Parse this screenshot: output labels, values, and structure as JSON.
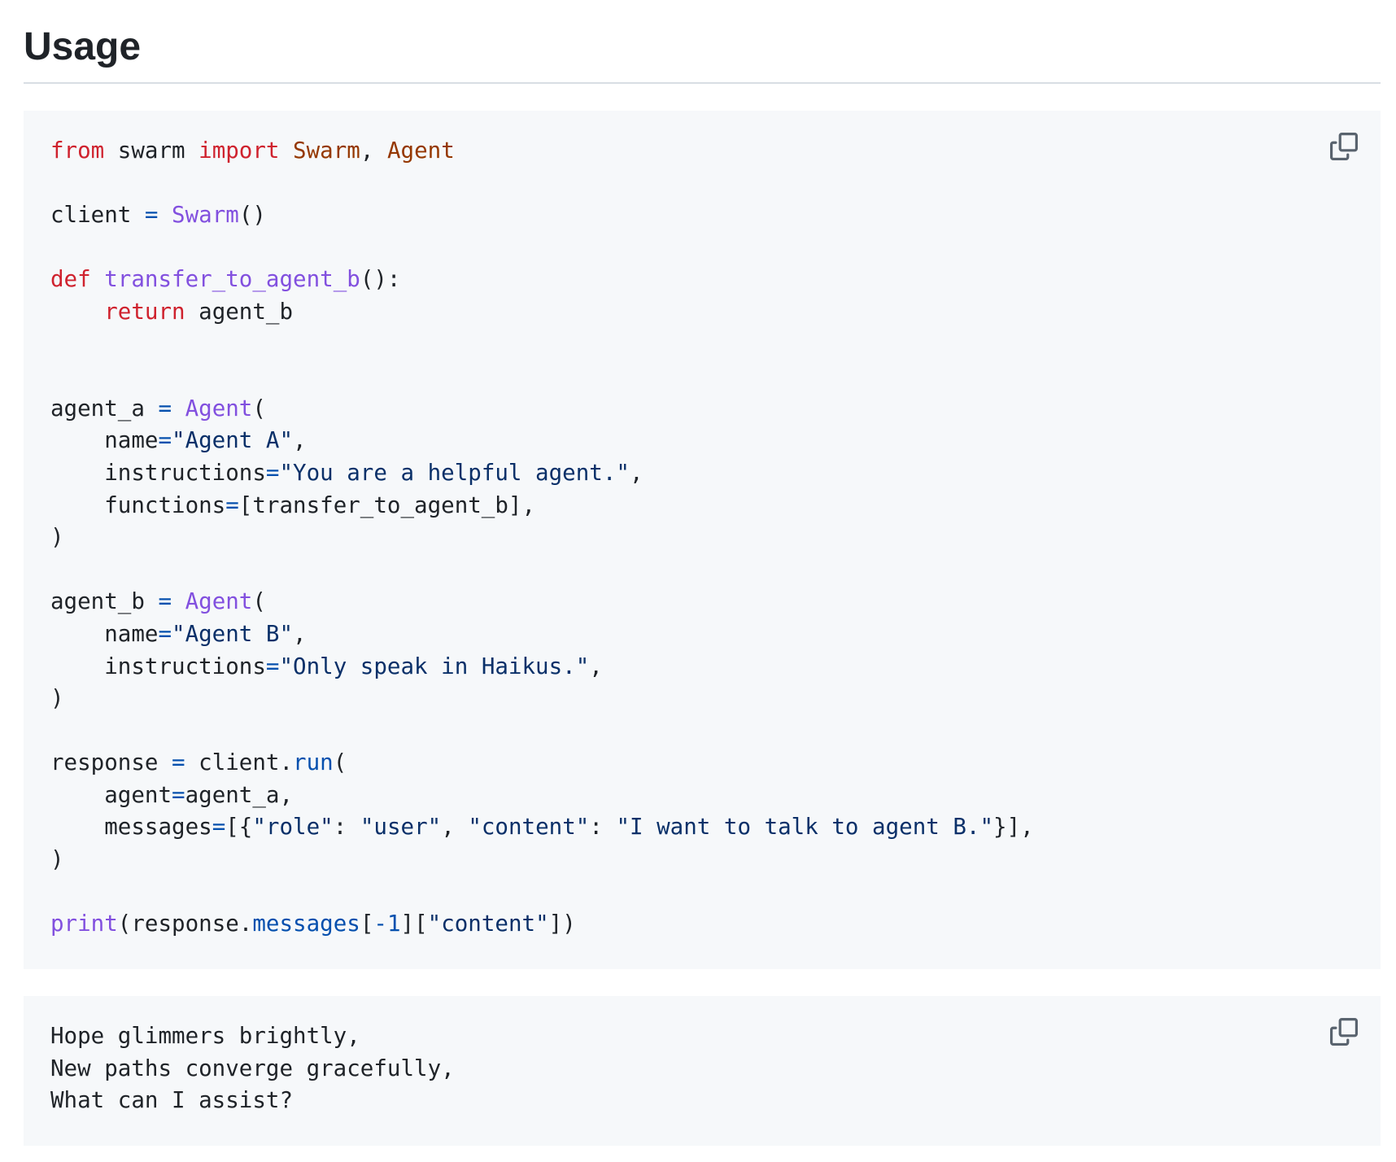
{
  "heading": "Usage",
  "main_code": {
    "copy_icon": "copy-icon",
    "lines": [
      [
        {
          "t": "from",
          "c": "k"
        },
        {
          "t": " swarm "
        },
        {
          "t": "import",
          "c": "k"
        },
        {
          "t": " "
        },
        {
          "t": "Swarm",
          "c": "c"
        },
        {
          "t": ", "
        },
        {
          "t": "Agent",
          "c": "c"
        }
      ],
      [],
      [
        {
          "t": "client "
        },
        {
          "t": "=",
          "c": "o"
        },
        {
          "t": " "
        },
        {
          "t": "Swarm",
          "c": "f"
        },
        {
          "t": "()"
        }
      ],
      [],
      [
        {
          "t": "def",
          "c": "k"
        },
        {
          "t": " "
        },
        {
          "t": "transfer_to_agent_b",
          "c": "f"
        },
        {
          "t": "():"
        }
      ],
      [
        {
          "t": "    "
        },
        {
          "t": "return",
          "c": "k"
        },
        {
          "t": " agent_b"
        }
      ],
      [],
      [],
      [
        {
          "t": "agent_a "
        },
        {
          "t": "=",
          "c": "o"
        },
        {
          "t": " "
        },
        {
          "t": "Agent",
          "c": "f"
        },
        {
          "t": "("
        }
      ],
      [
        {
          "t": "    name"
        },
        {
          "t": "=",
          "c": "o"
        },
        {
          "t": "\"Agent A\"",
          "c": "s"
        },
        {
          "t": ","
        }
      ],
      [
        {
          "t": "    instructions"
        },
        {
          "t": "=",
          "c": "o"
        },
        {
          "t": "\"You are a helpful agent.\"",
          "c": "s"
        },
        {
          "t": ","
        }
      ],
      [
        {
          "t": "    functions"
        },
        {
          "t": "=",
          "c": "o"
        },
        {
          "t": "[transfer_to_agent_b],"
        }
      ],
      [
        {
          "t": ")"
        }
      ],
      [],
      [
        {
          "t": "agent_b "
        },
        {
          "t": "=",
          "c": "o"
        },
        {
          "t": " "
        },
        {
          "t": "Agent",
          "c": "f"
        },
        {
          "t": "("
        }
      ],
      [
        {
          "t": "    name"
        },
        {
          "t": "=",
          "c": "o"
        },
        {
          "t": "\"Agent B\"",
          "c": "s"
        },
        {
          "t": ","
        }
      ],
      [
        {
          "t": "    instructions"
        },
        {
          "t": "=",
          "c": "o"
        },
        {
          "t": "\"Only speak in Haikus.\"",
          "c": "s"
        },
        {
          "t": ","
        }
      ],
      [
        {
          "t": ")"
        }
      ],
      [],
      [
        {
          "t": "response "
        },
        {
          "t": "=",
          "c": "o"
        },
        {
          "t": " client."
        },
        {
          "t": "run",
          "c": "o"
        },
        {
          "t": "("
        }
      ],
      [
        {
          "t": "    agent"
        },
        {
          "t": "=",
          "c": "o"
        },
        {
          "t": "agent_a,"
        }
      ],
      [
        {
          "t": "    messages"
        },
        {
          "t": "=",
          "c": "o"
        },
        {
          "t": "[{"
        },
        {
          "t": "\"role\"",
          "c": "s"
        },
        {
          "t": ": "
        },
        {
          "t": "\"user\"",
          "c": "s"
        },
        {
          "t": ", "
        },
        {
          "t": "\"content\"",
          "c": "s"
        },
        {
          "t": ": "
        },
        {
          "t": "\"I want to talk to agent B.\"",
          "c": "s"
        },
        {
          "t": "}],"
        }
      ],
      [
        {
          "t": ")"
        }
      ],
      [],
      [
        {
          "t": "print",
          "c": "f"
        },
        {
          "t": "(response."
        },
        {
          "t": "messages",
          "c": "o"
        },
        {
          "t": "["
        },
        {
          "t": "-1",
          "c": "o"
        },
        {
          "t": "]["
        },
        {
          "t": "\"content\"",
          "c": "s"
        },
        {
          "t": "])"
        }
      ]
    ]
  },
  "output_code": {
    "copy_icon": "copy-icon",
    "lines": [
      [
        {
          "t": "Hope glimmers brightly,"
        }
      ],
      [
        {
          "t": "New paths converge gracefully,"
        }
      ],
      [
        {
          "t": "What can I assist?"
        }
      ]
    ]
  },
  "colors": {
    "keyword": "#cf222e",
    "class": "#953800",
    "function": "#8250df",
    "string": "#0a3069",
    "operator": "#0550ae",
    "code_background": "#f6f8fa"
  }
}
